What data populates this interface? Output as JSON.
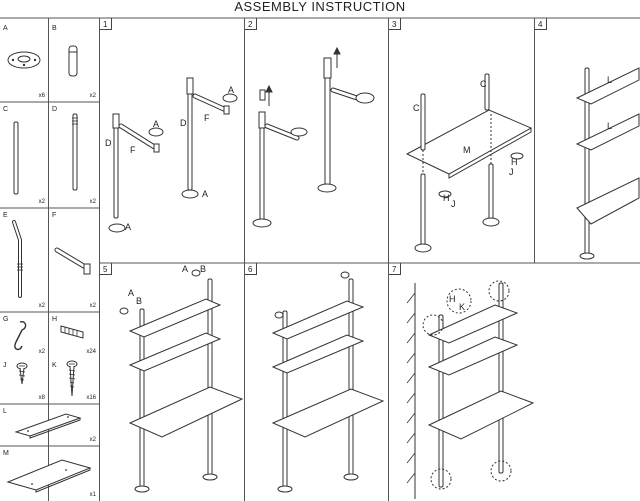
{
  "title": "ASSEMBLY   INSTRUCTION",
  "parts": [
    {
      "letter": "A",
      "qty": "x6"
    },
    {
      "letter": "B",
      "qty": "x2"
    },
    {
      "letter": "C",
      "qty": "x2"
    },
    {
      "letter": "D",
      "qty": "x2"
    },
    {
      "letter": "E",
      "qty": "x2"
    },
    {
      "letter": "F",
      "qty": "x2"
    },
    {
      "letter": "G",
      "qty": "x2"
    },
    {
      "letter": "H",
      "qty": "x24"
    },
    {
      "letter": "J",
      "qty": "x8"
    },
    {
      "letter": "K",
      "qty": "x16"
    },
    {
      "letter": "L",
      "qty": "x2"
    },
    {
      "letter": "M",
      "qty": "x1"
    }
  ],
  "steps": [
    "1",
    "2",
    "3",
    "4",
    "5",
    "6",
    "7"
  ],
  "callouts": {
    "s1_D1": "D",
    "s1_F1": "F",
    "s1_A1": "A",
    "s1_A2": "A",
    "s1_D2": "D",
    "s1_F2": "F",
    "s1_A3": "A",
    "s1_A4": "A",
    "s3_C1": "C",
    "s3_C2": "C",
    "s3_M": "M",
    "s3_H1": "H",
    "s3_J1": "J",
    "s3_H2": "H",
    "s3_J2": "J",
    "s4_L1": "L",
    "s4_L2": "L",
    "s5_A1": "A",
    "s5_B1": "B",
    "s5_A2": "A",
    "s5_B2": "B",
    "s7_H": "H",
    "s7_K": "K"
  },
  "colors": {
    "line": "#333333",
    "fill": "#ffffff",
    "grid": "#555555"
  }
}
